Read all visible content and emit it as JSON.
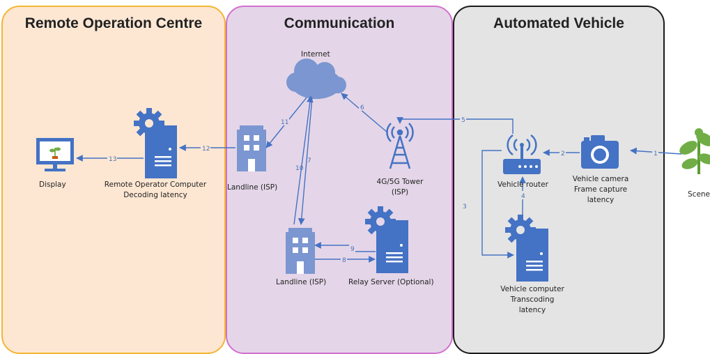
{
  "panels": {
    "roc": {
      "title": "Remote Operation Centre",
      "fill": "#fde7d3",
      "border": "#f2b632"
    },
    "comm": {
      "title": "Communication",
      "fill": "#e4d6e8",
      "border": "#d36fcf"
    },
    "av": {
      "title": "Automated Vehicle",
      "fill": "#e4e4e4",
      "border": "#1a1a1a"
    }
  },
  "nodes": {
    "display": {
      "label": "Display",
      "icon": "monitor-icon"
    },
    "remote_computer": {
      "line1": "Remote Operator Computer",
      "line2": "Decoding latency",
      "icon": "server-gear-icon"
    },
    "landline_top": {
      "label": "Landline (ISP)",
      "icon": "building-icon"
    },
    "internet": {
      "label": "Internet",
      "icon": "cloud-icon"
    },
    "tower": {
      "line1": "4G/5G Tower",
      "line2": "(ISP)",
      "icon": "cell-tower-icon"
    },
    "landline_bottom": {
      "label": "Landline (ISP)",
      "icon": "building-icon"
    },
    "relay_server": {
      "label": "Relay Server (Optional)",
      "icon": "server-gear-icon"
    },
    "vehicle_router": {
      "label": "Vehicle router",
      "icon": "wifi-router-icon"
    },
    "vehicle_camera": {
      "line1": "Vehicle camera",
      "line2": "Frame capture",
      "line3": "latency",
      "icon": "camera-icon"
    },
    "scene": {
      "label": "Scene",
      "icon": "plant-icon"
    },
    "vehicle_computer": {
      "line1": "Vehicle computer",
      "line2": "Transcoding",
      "line3": "latency",
      "icon": "server-gear-icon"
    }
  },
  "edges": [
    "1",
    "2",
    "3",
    "4",
    "5",
    "6",
    "7",
    "8",
    "9",
    "10",
    "11",
    "12",
    "13"
  ],
  "colors": {
    "accent": "#4472c4",
    "cloud": "#7b96d0",
    "building": "#7b96d0"
  }
}
